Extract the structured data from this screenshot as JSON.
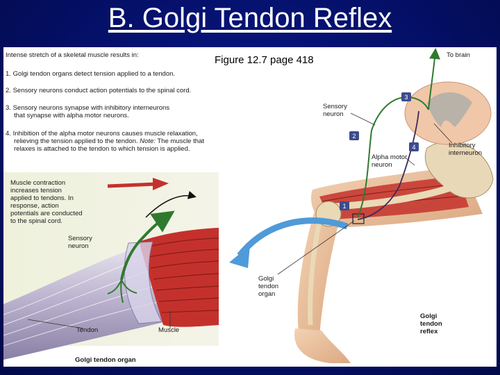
{
  "slide": {
    "title": "B. Golgi Tendon Reflex"
  },
  "figure": {
    "reference": "Figure 12.7 page 418",
    "intro": "Intense stretch of a skeletal muscle results in:",
    "steps": [
      {
        "num": "1.",
        "text": "Golgi tendon organs detect tension applied to a tendon."
      },
      {
        "num": "2.",
        "text": "Sensory neurons conduct action potentials to the spinal cord."
      },
      {
        "num": "3.",
        "text": "Sensory neurons synapse with inhibitory interneurons",
        "text2": "that synapse with alpha motor neurons."
      },
      {
        "num": "4.",
        "text": "Inhibition of the alpha motor neurons causes muscle relaxation,",
        "text2": "relieving the tension applied to the tendon.",
        "note_label": "Note:",
        "text3": " The muscle that",
        "text4": "relaxes is attached to the tendon to which tension is applied."
      }
    ],
    "labels": {
      "to_brain": "To brain",
      "sensory_neuron": "Sensory\nneuron",
      "alpha_motor_neuron": "Alpha motor\nneuron",
      "inhibitory_interneuron": "Inhibitory\ninterneuron",
      "golgi_tendon_organ": "Golgi\ntendon\norgan",
      "golgi_tendon_reflex": "Golgi\ntendon\nreflex"
    },
    "markers": [
      "1",
      "2",
      "3",
      "4"
    ],
    "inset": {
      "text": "Muscle contraction\nincreases tension\napplied to tendons. In\nresponse, action\npotentials are conducted\nto the spinal cord.",
      "sensory_neuron": "Sensory\nneuron",
      "tendon": "Tendon",
      "muscle": "Muscle",
      "caption": "Golgi tendon organ"
    }
  },
  "colors": {
    "background": "#05106a",
    "neuron_green": "#2f7a2f",
    "marker_blue": "#3d4c8c",
    "muscle_red": "#c4312c",
    "arrow_blue": "#4f9ad8"
  }
}
